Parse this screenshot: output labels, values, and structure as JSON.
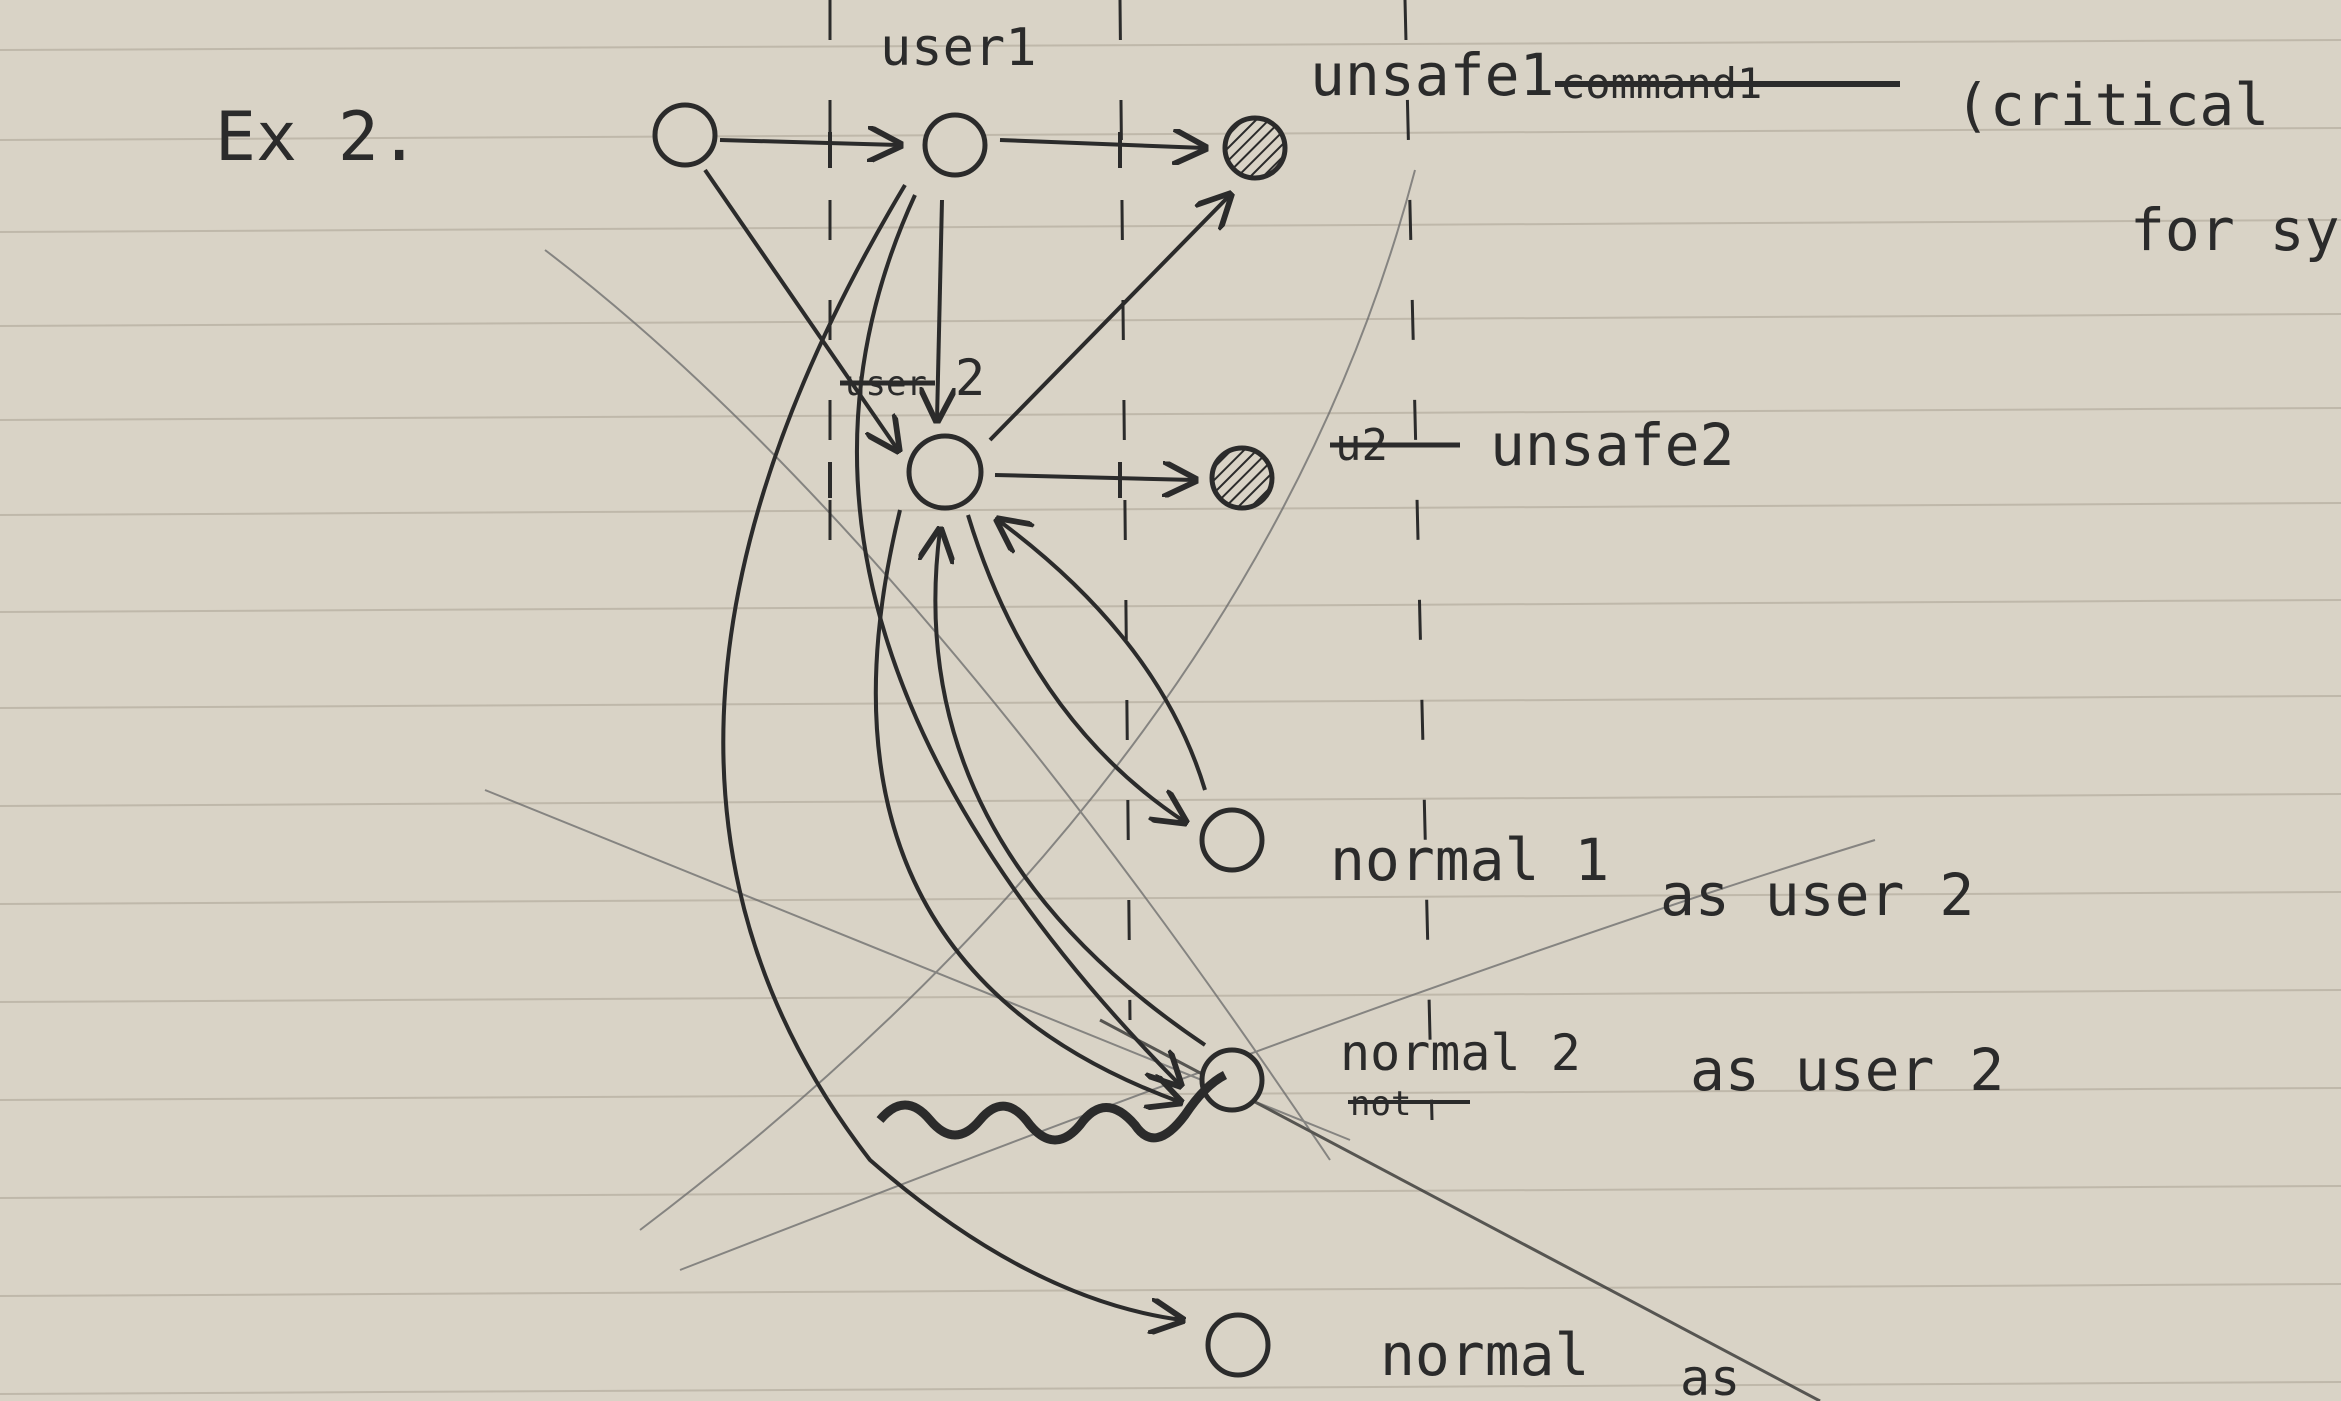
{
  "heading": "Ex 2.",
  "colors": {
    "paper": "#d9d3c6",
    "rule_line": "#bfb8aa",
    "ink": "#2b2b2b",
    "pencil": "#5a5a5a"
  },
  "nodes": [
    {
      "id": "n0",
      "label": "",
      "hatched": false
    },
    {
      "id": "user1",
      "label": "user1",
      "hatched": false
    },
    {
      "id": "unsafe1",
      "label": "unsafe1",
      "hatched": true
    },
    {
      "id": "user2",
      "label": "2",
      "hatched": false
    },
    {
      "id": "unsafe2",
      "label": "unsafe2",
      "hatched": true
    },
    {
      "id": "normal1",
      "label": "normal 1",
      "hatched": false
    },
    {
      "id": "normal2",
      "label": "normal 2",
      "hatched": false
    },
    {
      "id": "normal3",
      "label": "normal",
      "hatched": false
    }
  ],
  "annotations": {
    "critical_line1": "(critical",
    "critical_line2": "for sys",
    "normal1_note": "as user 2",
    "normal2_note": "as user 2",
    "normal3_note": "as",
    "crossed_words": [
      "command1",
      "user",
      "u2",
      "not"
    ]
  },
  "edges": [
    {
      "from": "n0",
      "to": "user1"
    },
    {
      "from": "user1",
      "to": "unsafe1"
    },
    {
      "from": "n0",
      "to": "user2"
    },
    {
      "from": "user1",
      "to": "user2"
    },
    {
      "from": "user2",
      "to": "unsafe1"
    },
    {
      "from": "user2",
      "to": "unsafe2"
    },
    {
      "from": "user2",
      "to": "normal1"
    },
    {
      "from": "normal1",
      "to": "user2"
    },
    {
      "from": "user1",
      "to": "normal2"
    },
    {
      "from": "user2",
      "to": "normal2"
    },
    {
      "from": "normal2",
      "to": "user2"
    },
    {
      "from": "user1",
      "to": "normal3"
    }
  ]
}
